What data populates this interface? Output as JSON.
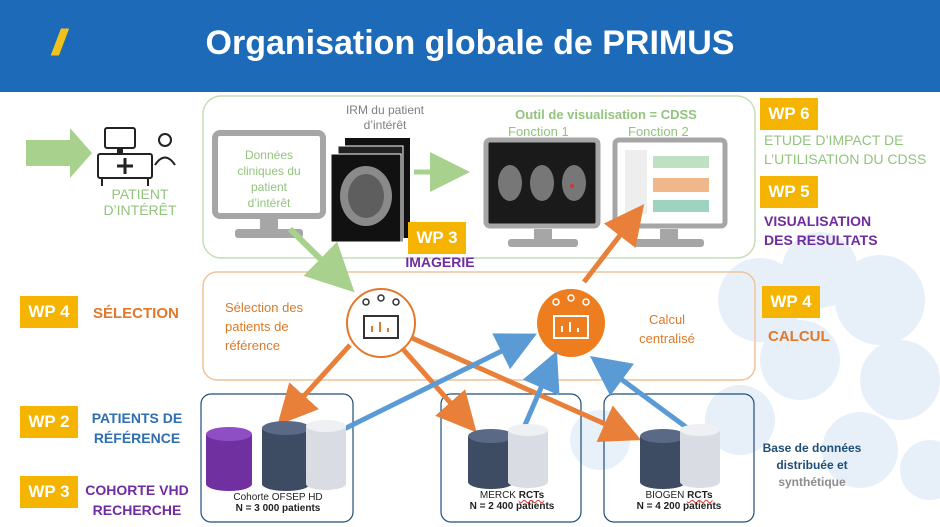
{
  "header": {
    "slash": "//",
    "title": "Organisation globale de PRIMUS"
  },
  "patient": {
    "label_line1": "PATIENT",
    "label_line2": "D’INTÉRÊT"
  },
  "clinical_data": {
    "line1": "Données",
    "line2": "cliniques du",
    "line3": "patient",
    "line4": "d’intérêt"
  },
  "irm": {
    "line1": "IRM du patient",
    "line2": "d’intérêt"
  },
  "cdss": {
    "title": "Outil de visualisation = CDSS",
    "fonction1": "Fonction 1",
    "fonction2": "Fonction 2"
  },
  "wp6": {
    "badge": "WP 6",
    "line1": "ETUDE D’IMPACT DE",
    "line2": "L’UTILISATION DU CDSS"
  },
  "wp5": {
    "badge": "WP 5",
    "line1": "VISUALISATION",
    "line2": "DES RESULTATS"
  },
  "wp3_img": {
    "badge": "WP 3",
    "label": "IMAGERIE"
  },
  "wp4_sel": {
    "badge": "WP 4",
    "label": "SÉLECTION"
  },
  "selection_text": {
    "line1": "Sélection des",
    "line2": "patients de",
    "line3": "référence"
  },
  "calcul_text": {
    "line1": "Calcul",
    "line2": "centralisé"
  },
  "wp4_calc": {
    "badge": "WP 4",
    "label": "CALCUL"
  },
  "wp2": {
    "badge": "WP 2",
    "line1": "PATIENTS DE",
    "line2": "RÉFÉRENCE"
  },
  "wp3_coh": {
    "badge": "WP 3",
    "line1": "COHORTE VHD",
    "line2": "RECHERCHE"
  },
  "cohorts": [
    {
      "name": "Cohorte OFSEP HD",
      "count": "N = 3 000 patients"
    },
    {
      "name_prefix": "MERCK ",
      "name_bold": "RCTs",
      "count": "N = 2 400 patients"
    },
    {
      "name_prefix": "BIOGEN ",
      "name_bold": "RCTs",
      "count": "N = 4 200 patients"
    }
  ],
  "database": {
    "line1": "Base de données",
    "line2": "distribuée et",
    "line3": "synthétique"
  },
  "colors": {
    "header": "#1c6ab8",
    "badge": "#f5b400",
    "orange": "#e2782b",
    "blue": "#2f6fb0",
    "green": "#93c47d",
    "purple": "#6f2ba0"
  }
}
